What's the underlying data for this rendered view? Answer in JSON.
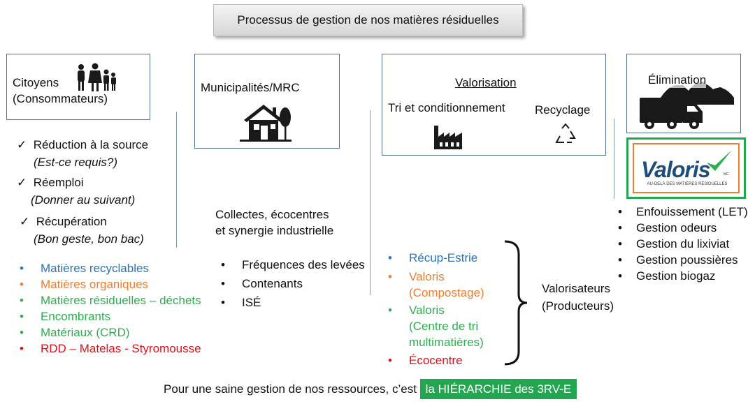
{
  "title": "Processus de gestion de nos matières résiduelles",
  "citoyens": {
    "line1": "Citoyens",
    "line2": "(Consommateurs)",
    "icon": "family-icon"
  },
  "municipalites": {
    "label": "Municipalités/MRC",
    "icon": "house-icon"
  },
  "valorisation": {
    "title": "Valorisation",
    "tri": "Tri et conditionnement",
    "recyclage": "Recyclage"
  },
  "elimination": {
    "label": "Élimination"
  },
  "valoris_logo": {
    "name": "Valoris",
    "mc": "MC",
    "tagline": "AU-DELÀ DES MATIÈRES RÉSIDUELLES"
  },
  "hierarchy": [
    {
      "label": "Réduction à la source",
      "note": "(Est-ce requis?)"
    },
    {
      "label": "Réemploi",
      "note": "(Donner au suivant)"
    },
    {
      "label": "Récupération",
      "note": "(Bon geste, bon bac)"
    }
  ],
  "matieres": [
    {
      "label": "Matières recyclables",
      "color": "#2e75b6"
    },
    {
      "label": "Matières organiques",
      "color": "#ed7d31"
    },
    {
      "label": "Matières résiduelles – déchets",
      "color": "#2eae4e"
    },
    {
      "label": "Encombrants",
      "color": "#2eae4e"
    },
    {
      "label": "Matériaux (CRD)",
      "color": "#2eae4e"
    },
    {
      "label": "RDD – Matelas - Styromousse",
      "color": "#e0101a"
    }
  ],
  "collectes": {
    "line1": "Collectes, écocentres",
    "line2": "et synergie industrielle",
    "items": [
      "Fréquences des levées",
      "Contenants",
      "ISÉ"
    ]
  },
  "valorisateurs": {
    "items": [
      {
        "line1": "Récup-Estrie",
        "line2": "",
        "line3": "",
        "color": "#2e75b6"
      },
      {
        "line1": "Valoris",
        "line2": "(Compostage)",
        "line3": "",
        "color": "#ed7d31"
      },
      {
        "line1": "Valoris",
        "line2": "(Centre de tri",
        "line3": "multimatières)",
        "color": "#2eae4e"
      },
      {
        "line1": "Écocentre",
        "line2": "",
        "line3": "",
        "color": "#e0101a"
      }
    ],
    "label1": "Valorisateurs",
    "label2": "(Producteurs)"
  },
  "enfouissement": [
    "Enfouissement (LET)",
    "Gestion odeurs",
    "Gestion du lixiviat",
    "Gestion poussières",
    "Gestion biogaz"
  ],
  "footer": {
    "text": "Pour une saine gestion de nos ressources, c’est",
    "highlight": "la HIÉRARCHIE des 3RV-E"
  }
}
